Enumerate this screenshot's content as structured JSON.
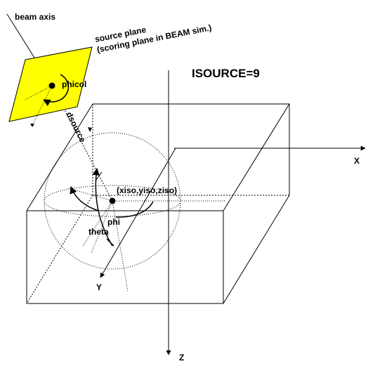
{
  "title": "ISOURCE=9",
  "labels": {
    "beam_axis": "beam axis",
    "source_plane_line1": "source plane",
    "source_plane_line2": "(scoring plane in BEAM sim.)",
    "phicol": "phicol",
    "dsource": "dsource",
    "isocenter": "(xiso,yiso,ziso)",
    "phi": "phi",
    "theta": "theta",
    "x_axis": "X",
    "y_axis": "Y",
    "z_axis": "Z"
  },
  "colors": {
    "source_plane_fill": "#ffff00",
    "stroke": "#000000",
    "background": "#ffffff"
  }
}
